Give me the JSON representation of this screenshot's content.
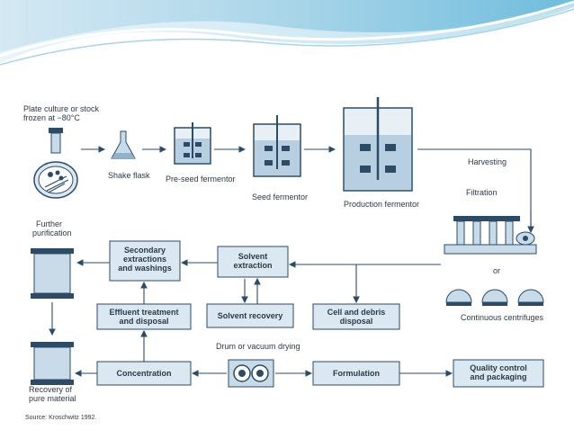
{
  "diagram": {
    "stages": {
      "plate_culture": "Plate culture or stock\nfrozen at −80°C",
      "shake_flask": "Shake flask",
      "pre_seed": "Pre-seed fermentor",
      "seed": "Seed fermentor",
      "production": "Production fermentor",
      "harvesting": "Harvesting",
      "filtration": "Filtration",
      "or": "or",
      "centrifuges": "Continuous centrifuges",
      "further_purification": "Further\npurification",
      "secondary_extractions": "Secondary\nextractions\nand washings",
      "solvent_extraction": "Solvent\nextraction",
      "effluent": "Effluent treatment\nand disposal",
      "solvent_recovery": "Solvent recovery",
      "cell_debris": "Cell and debris\ndisposal",
      "recovery_pure": "Recovery of\npure material",
      "concentration": "Concentration",
      "drum_drying": "Drum or vacuum drying",
      "formulation": "Formulation",
      "quality": "Quality control\nand packaging"
    },
    "source": "Source: Kroschwitz 1992."
  }
}
